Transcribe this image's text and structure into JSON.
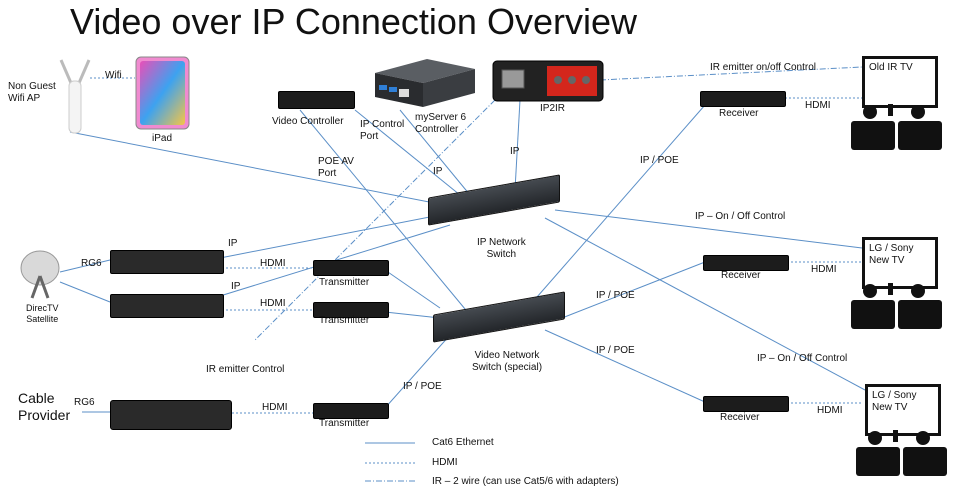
{
  "title": "Video over IP Connection Overview",
  "devices": {
    "wifi_ap": "Non Guest\nWifi AP",
    "ipad": "iPad",
    "video_controller": "Video Controller",
    "myserver": "myServer 6\nController",
    "ip2ir": "IP2IR",
    "ip_network_switch": "IP Network\nSwitch",
    "video_network_switch": "Video Network\nSwitch (special)",
    "directv": "DirecTV\nSatellite",
    "cable_provider": "Cable\nProvider",
    "transmitter": "Transmitter",
    "receiver": "Receiver",
    "old_tv": "Old IR TV",
    "new_tv": "LG / Sony\nNew TV"
  },
  "links": {
    "wifi": "Wifi",
    "ip_control_port": "IP Control\nPort",
    "poe_av_port": "POE AV\nPort",
    "ip": "IP",
    "ip_poe": "IP / POE",
    "ip_poe_spaced": "IP /  POE",
    "hdmi": "HDMI",
    "rg6": "RG6",
    "ir_emitter_control": "IR emitter Control",
    "ir_emitter_onoff": "IR emitter on/off Control",
    "ip_onoff_control": "IP – On / Off Control",
    "ip_onoff_control_spaced": "IP – On / Off Control"
  },
  "legend": {
    "ethernet": "Cat6 Ethernet",
    "hdmi": "HDMI",
    "ir": "IR – 2 wire (can use Cat5/6 with adapters)"
  },
  "colors": {
    "wire": "#5b8fc7",
    "device": "#1c1c1c",
    "ip2ir_red": "#d4261c"
  }
}
